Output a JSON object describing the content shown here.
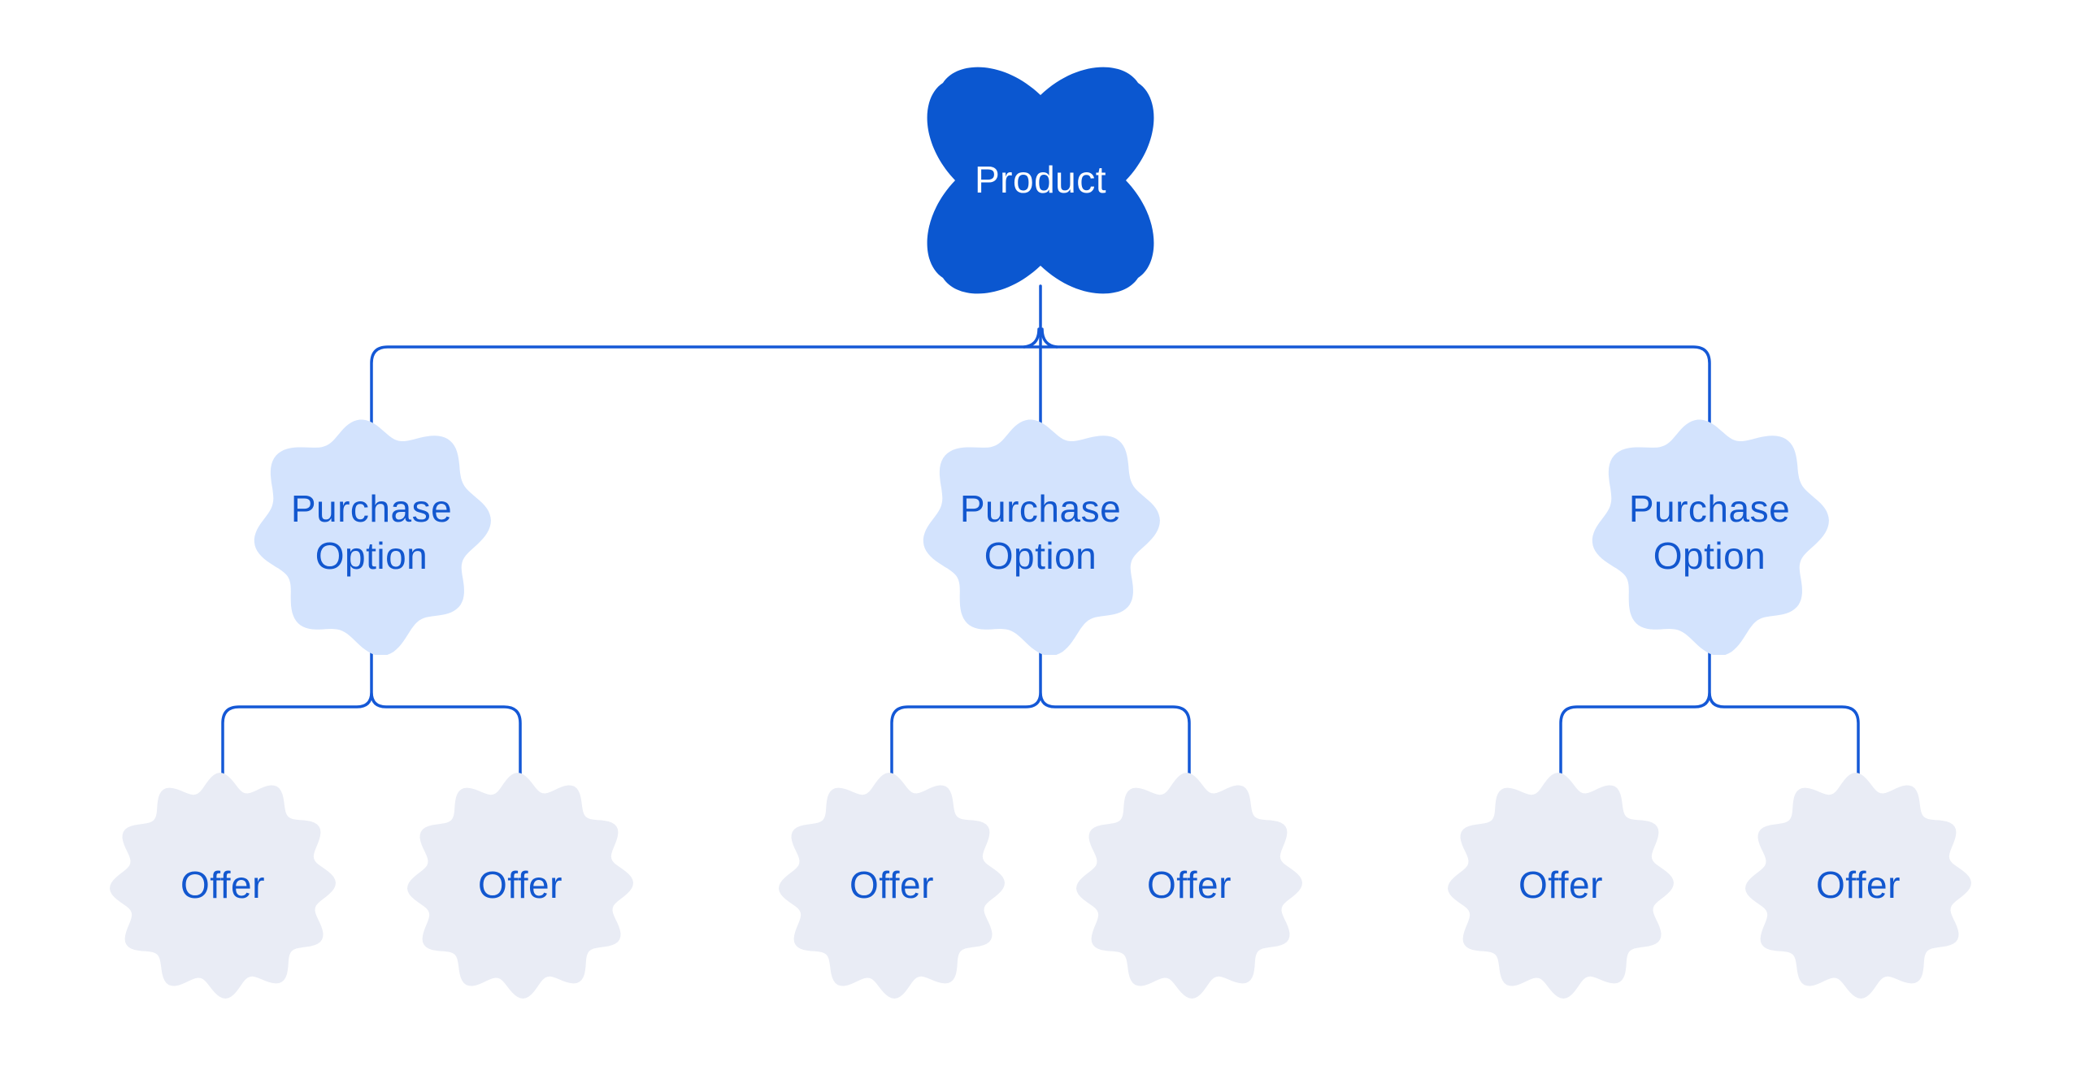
{
  "diagram": {
    "product": {
      "label": "Product"
    },
    "purchase_options": [
      {
        "label": "Purchase Option",
        "offers": [
          {
            "label": "Offer"
          },
          {
            "label": "Offer"
          }
        ]
      },
      {
        "label": "Purchase Option",
        "offers": [
          {
            "label": "Offer"
          },
          {
            "label": "Offer"
          }
        ]
      },
      {
        "label": "Purchase Option",
        "offers": [
          {
            "label": "Offer"
          },
          {
            "label": "Offer"
          }
        ]
      }
    ]
  },
  "colors": {
    "background": "#FFFFFF",
    "product_fill": "#0B57D0",
    "product_text": "#FFFFFF",
    "purchase_fill": "#D3E3FD",
    "offer_fill": "#E9ECF5",
    "label_text": "#1257CF",
    "connector": "#1458D6"
  }
}
